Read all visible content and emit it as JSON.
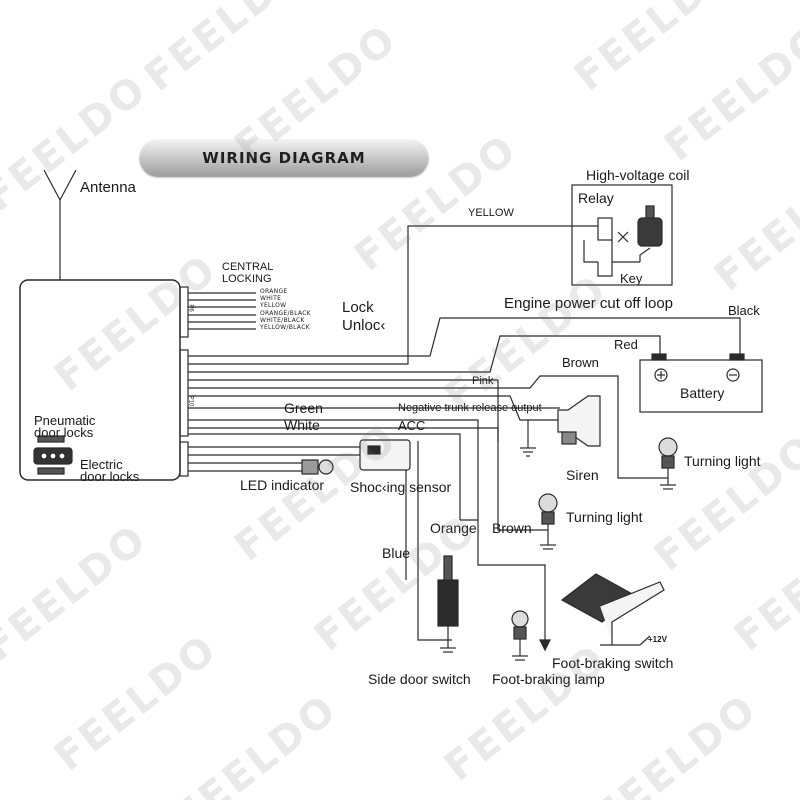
{
  "title": "WIRING DIAGRAM",
  "labels": {
    "antenna": "Antenna",
    "central_locking_1": "CENTRAL",
    "central_locking_2": "LOCKING",
    "lock": "Lock",
    "unlock": "Unloc‹",
    "yellow_wire": "YELLOW",
    "high_voltage_coil": "High-voltage coil",
    "relay": "Relay",
    "key": "Key",
    "engine_cutoff": "Engine power cut off loop",
    "black": "Black",
    "red": "Red",
    "brown_top": "Brown",
    "battery": "Battery",
    "pink": "Pink",
    "green": "Green",
    "white": "White",
    "negative_trunk": "Negative trunk release output",
    "acc": "ACC",
    "siren": "Siren",
    "turning_light_right": "Turning light",
    "turning_light_mid": "Turning light",
    "pneumatic_1": "Pneumatic",
    "pneumatic_2": "door locks",
    "electric_1": "Electric",
    "electric_2": "door locks",
    "led_indicator": "LED indicator",
    "shock_sensor": "Shoc‹ing sensor",
    "orange": "Orange",
    "brown_bottom": "Brown",
    "blue": "Blue",
    "plus12v": "+12V",
    "foot_braking_switch": "Foot-braking switch",
    "side_door_switch": "Side door switch",
    "foot_braking_lamp": "Foot-braking lamp"
  },
  "wire_colors": [
    "ORANGE",
    "WHITE",
    "YELLOW",
    "ORANGE/BLACK",
    "WHITE/BLACK",
    "YELLOW/BLACK"
  ],
  "connectors": {
    "p6": "P6",
    "p10": "P10"
  },
  "watermark": "FEELDO"
}
